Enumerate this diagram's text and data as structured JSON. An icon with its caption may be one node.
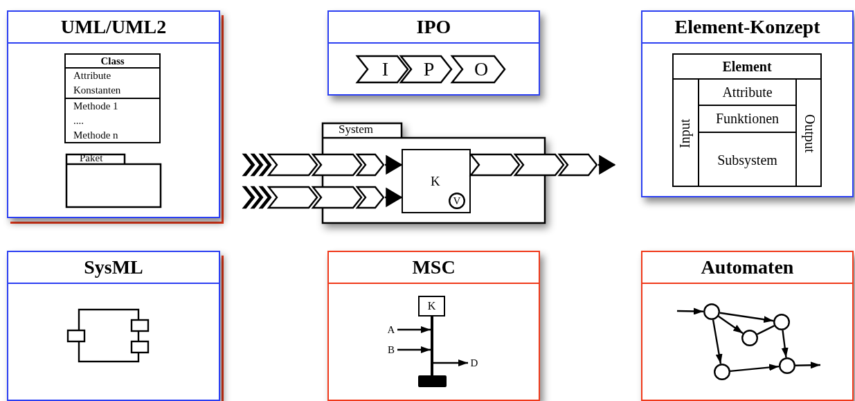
{
  "diagram": {
    "nodes": [
      {
        "text": [
          "UML/UML2"
        ]
      },
      {
        "text": [
          "Class",
          "Attribute Konstanten",
          "Methode 1 .... Methode n"
        ],
        "in": 0
      },
      {
        "text": [
          "Paket"
        ],
        "in": 0
      },
      {
        "text": [
          "IPO"
        ]
      },
      {
        "text": [
          "I"
        ],
        "in": 3
      },
      {
        "text": [
          "P"
        ],
        "in": 3
      },
      {
        "text": [
          "O"
        ],
        "in": 3
      },
      {
        "text": [
          "Element-Konzept"
        ]
      },
      {
        "text": [
          "Element"
        ],
        "in": 7
      },
      {
        "text": [
          "Input"
        ],
        "in": 8
      },
      {
        "text": [
          "Attribute"
        ],
        "in": 8
      },
      {
        "text": [
          "Funktionen"
        ],
        "in": 8
      },
      {
        "text": [
          "Subsystem"
        ],
        "in": 8
      },
      {
        "text": [
          "Output"
        ],
        "in": 8
      },
      {
        "text": [
          "System"
        ]
      },
      {
        "text": [
          "K"
        ],
        "in": 14
      },
      {
        "text": [
          "V"
        ],
        "in": 15
      },
      {
        "text": [
          "SysML"
        ]
      },
      {
        "text": [],
        "shape": "box",
        "in": 17
      },
      {
        "text": [
          "MSC"
        ]
      },
      {
        "text": [
          "K"
        ],
        "in": 19
      },
      {
        "text": [],
        "shape": "bar",
        "in": 19
      },
      {
        "text": [
          "A"
        ],
        "in": 19
      },
      {
        "text": [
          "B"
        ],
        "in": 19
      },
      {
        "text": [
          "D"
        ],
        "in": 19
      },
      {
        "text": [],
        "shape": "bar",
        "in": 19
      },
      {
        "text": [
          "Automaten"
        ]
      },
      {
        "text": [],
        "shape": "circle",
        "in": 26
      },
      {
        "text": [],
        "shape": "circle",
        "in": 26
      },
      {
        "text": [],
        "shape": "circle",
        "in": 26
      },
      {
        "text": [],
        "shape": "circle",
        "in": 26
      },
      {
        "text": [],
        "shape": "circle",
        "in": 26
      }
    ],
    "edges": [
      {
        "from": null,
        "to": 15,
        "arrow": "to"
      },
      {
        "from": null,
        "to": 15,
        "arrow": "to"
      },
      {
        "from": 15,
        "to": null,
        "arrow": "to"
      },
      {
        "from": 22,
        "to": 21,
        "arrow": "to"
      },
      {
        "from": 23,
        "to": 21,
        "arrow": "to"
      },
      {
        "from": 21,
        "to": 24,
        "arrow": "to"
      },
      {
        "from": null,
        "to": 27,
        "arrow": "to"
      },
      {
        "from": 27,
        "to": 30,
        "arrow": "to"
      },
      {
        "from": 27,
        "to": 29,
        "arrow": "to"
      },
      {
        "from": 29,
        "to": 30,
        "arrow": "none"
      },
      {
        "from": 27,
        "to": 28,
        "arrow": "to"
      },
      {
        "from": 30,
        "to": 31,
        "arrow": "to"
      },
      {
        "from": 28,
        "to": 31,
        "arrow": "to"
      },
      {
        "from": 31,
        "to": null,
        "arrow": "to"
      }
    ]
  }
}
